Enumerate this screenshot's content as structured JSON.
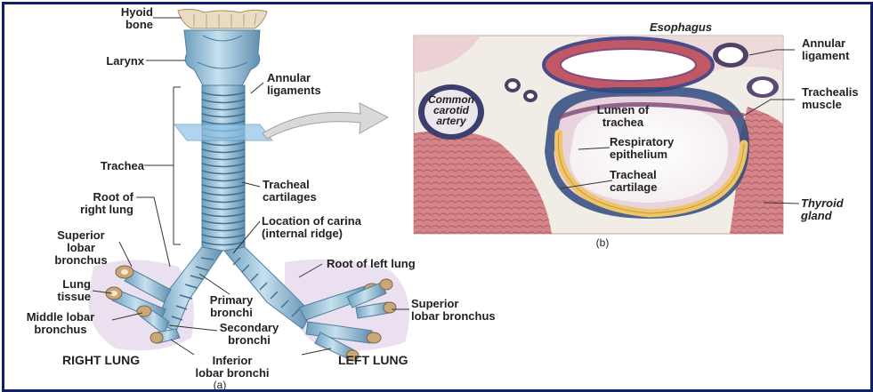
{
  "labels": {
    "hyoid_bone": "Hyoid\nbone",
    "larynx": "Larynx",
    "annular_ligaments": "Annular\nligaments",
    "trachea": "Trachea",
    "tracheal_cartilages": "Tracheal\ncartilages",
    "root_right_lung": "Root of\nright lung",
    "location_carina": "Location of carina\n(internal ridge)",
    "superior_lobar_bronchus_left": "Superior\nlobar\nbronchus",
    "root_left_lung": "Root of left lung",
    "lung_tissue": "Lung\ntissue",
    "primary_bronchi": "Primary\nbronchi",
    "superior_lobar_bronchus_right": "Superior\nlobar bronchus",
    "middle_lobar_bronchus": "Middle lobar\nbronchus",
    "secondary_bronchi": "Secondary\nbronchi",
    "right_lung": "RIGHT LUNG",
    "inferior_lobar_bronchi": "Inferior\nlobar bronchi",
    "left_lung": "LEFT LUNG",
    "caption_a": "(a)",
    "esophagus": "Esophagus",
    "annular_ligament": "Annular\nligament",
    "common_carotid_artery": "Common\ncarotid\nartery",
    "lumen_of_trachea": "Lumen of\ntrachea",
    "trachealis_muscle": "Trachealis\nmuscle",
    "respiratory_epithelium": "Respiratory\nepithelium",
    "tracheal_cartilage": "Tracheal\ncartilage",
    "thyroid_gland": "Thyroid\ngland",
    "caption_b": "(b)"
  },
  "colors": {
    "frame_border": "#10206a",
    "cartilage_blue": "#a9cde0",
    "cartilage_dark": "#5f93b4",
    "lung_tissue": "#e4d6ea",
    "hyoid": "#e9dcc2",
    "micrograph_bg": "#f2ece6",
    "muscle_red": "#c9606a",
    "cartilage_yellow": "#efc56a"
  }
}
